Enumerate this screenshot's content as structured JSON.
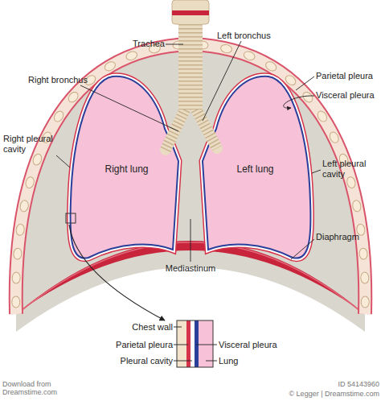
{
  "diagram": {
    "nodes": [
      {
        "text": [
          "Right lung"
        ]
      },
      {
        "text": [
          "Left lung"
        ]
      }
    ],
    "labels": [
      "Trachea",
      "Left bronchus",
      "Right bronchus",
      "Parietal pleura",
      "Visceral pleura",
      "Right pleural cavity",
      "Left pleural cavity",
      "Diaphragm",
      "Mediastinum",
      "Chest wall",
      "Parietal pleura",
      "Pleural cavity",
      "Visceral pleura",
      "Lung",
      "Download from Dreamstime.com",
      "ID 54143960",
      "© Legger | Dreamstime.com"
    ]
  }
}
